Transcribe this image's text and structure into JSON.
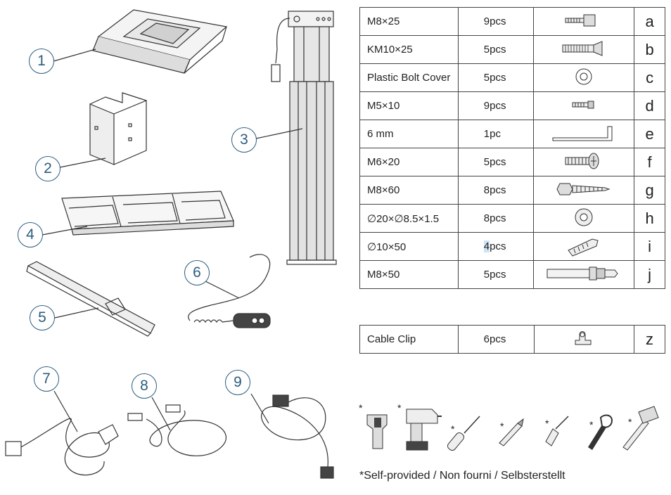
{
  "parts": [
    {
      "num": "1",
      "name": "desktop-frame"
    },
    {
      "num": "2",
      "name": "bracket"
    },
    {
      "num": "3",
      "name": "leg-column"
    },
    {
      "num": "4",
      "name": "crossbar"
    },
    {
      "num": "5",
      "name": "foot"
    },
    {
      "num": "6",
      "name": "control-handset"
    },
    {
      "num": "7",
      "name": "power-cord"
    },
    {
      "num": "8",
      "name": "extension-cable"
    },
    {
      "num": "9",
      "name": "iec-cable"
    }
  ],
  "hardware": [
    {
      "spec": "M8×25",
      "qty": "9pcs",
      "letter": "a",
      "icon": "hex-screw-icon"
    },
    {
      "spec": "KM10×25",
      "qty": "5pcs",
      "letter": "b",
      "icon": "countersunk-screw-icon"
    },
    {
      "spec": "Plastic Bolt Cover",
      "qty": "5pcs",
      "letter": "c",
      "icon": "bolt-cover-icon"
    },
    {
      "spec": "M5×10",
      "qty": "9pcs",
      "letter": "d",
      "icon": "small-screw-icon"
    },
    {
      "spec": "6 mm",
      "qty": "1pc",
      "letter": "e",
      "icon": "allen-key-icon"
    },
    {
      "spec": "M6×20",
      "qty": "5pcs",
      "letter": "f",
      "icon": "phillips-screw-icon"
    },
    {
      "spec": "M8×60",
      "qty": "8pcs",
      "letter": "g",
      "icon": "wood-screw-icon"
    },
    {
      "spec": "∅20×∅8.5×1.5",
      "qty": "8pcs",
      "letter": "h",
      "icon": "washer-icon"
    },
    {
      "spec": "∅10×50",
      "qty_highlight": "4",
      "qty_rest": "pcs",
      "letter": "i",
      "icon": "wall-anchor-icon"
    },
    {
      "spec": "M8×50",
      "qty": "5pcs",
      "letter": "j",
      "icon": "expansion-bolt-icon"
    }
  ],
  "extra": {
    "spec": "Cable Clip",
    "qty": "6pcs",
    "letter": "z",
    "icon": "cable-clip-icon"
  },
  "tools_star": "*",
  "tools": [
    "socket-icon",
    "drill-icon",
    "awl-icon",
    "pencil-icon",
    "screwdriver-icon",
    "wrench-icon",
    "hammer-icon"
  ],
  "footnote": "*Self-provided / Non fourni / Selbsterstellt"
}
